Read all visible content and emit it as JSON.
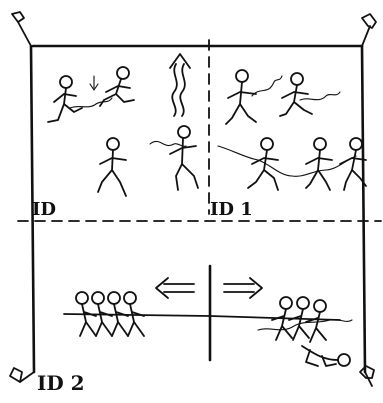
{
  "labels": {
    "top_left": "ID",
    "top_right": "ID 1",
    "bottom": "ID 2"
  },
  "icons": {
    "corner_flag": "flag-icon",
    "arrow_left": "left-arrow-icon",
    "arrow_right": "right-arrow-icon",
    "down_arrow": "down-arrow-icon",
    "up_arrow": "up-arrow-icon"
  },
  "colors": {
    "ink": "#111111",
    "paper": "#ffffff"
  }
}
